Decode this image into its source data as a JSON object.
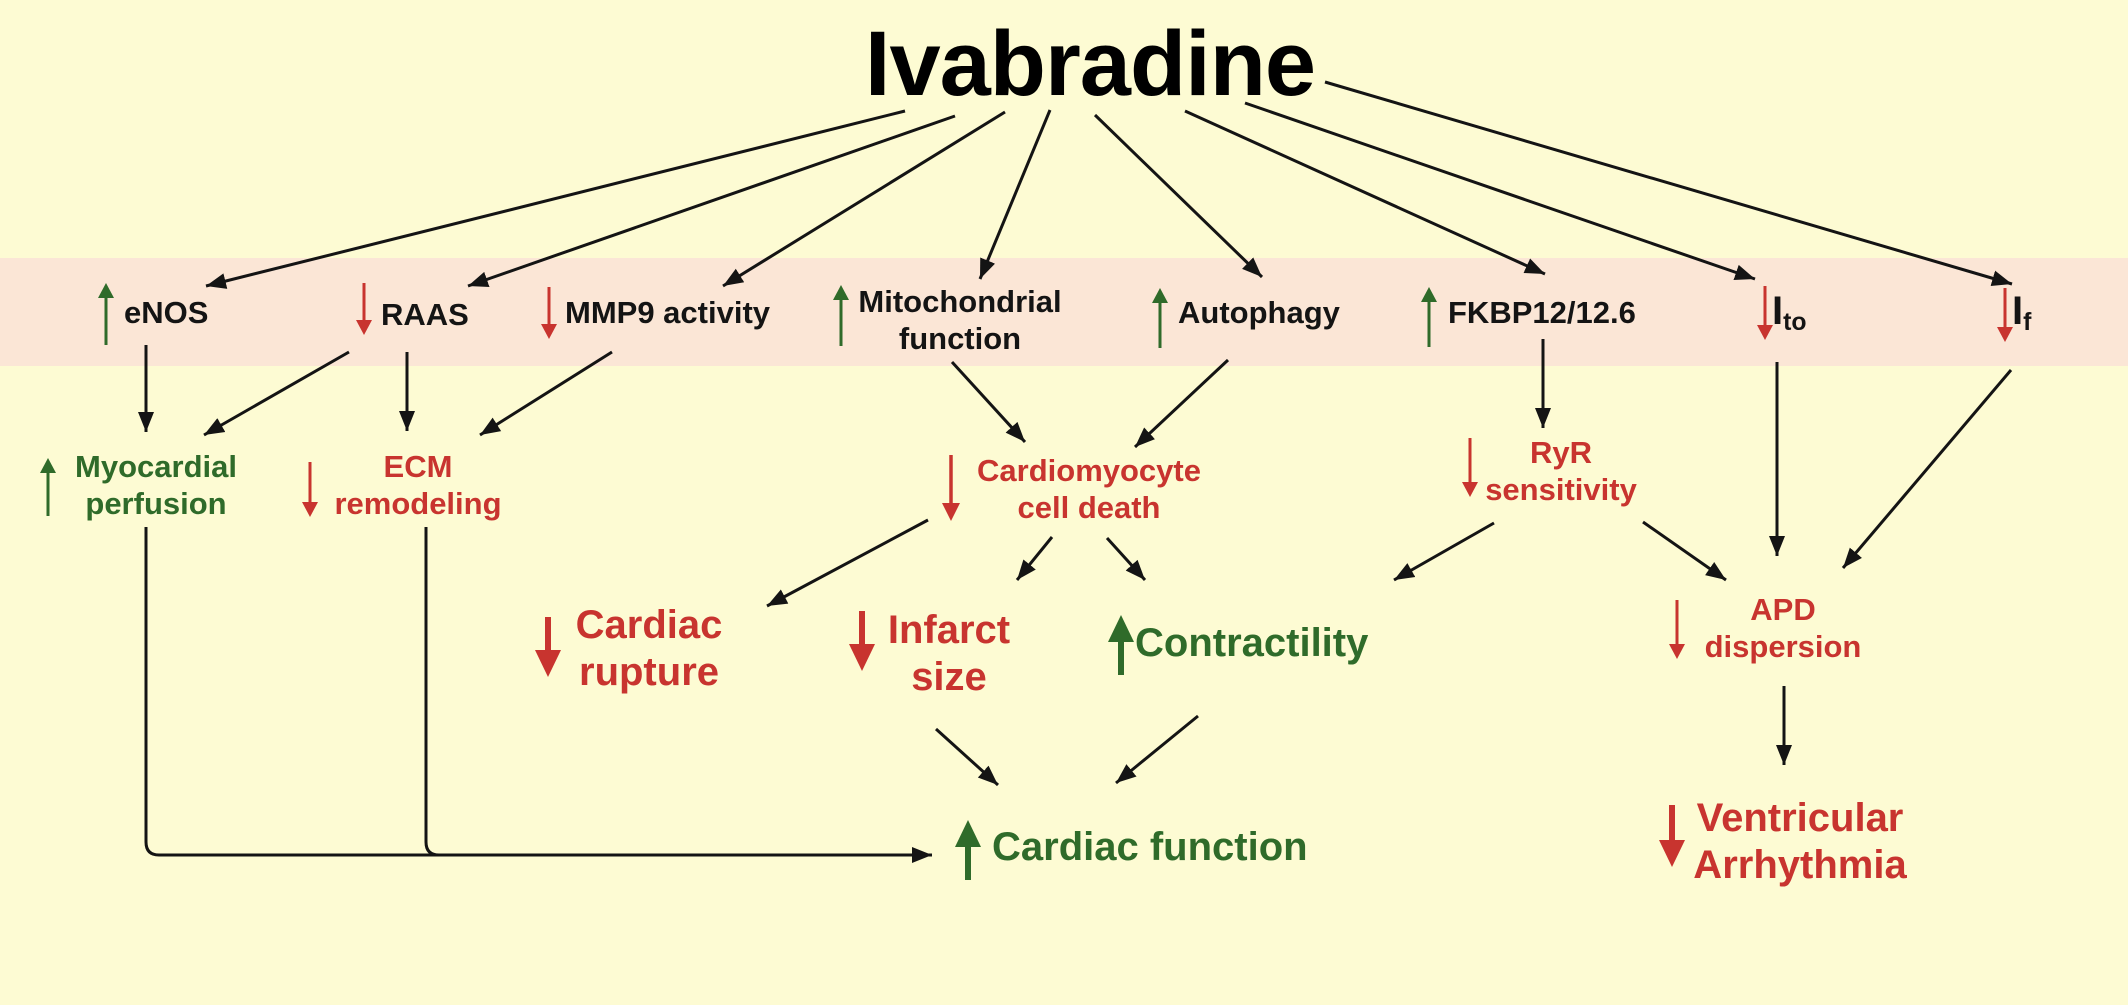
{
  "title": "Ivabradine",
  "level1": {
    "enos": "eNOS",
    "raas": "RAAS",
    "mmp9": "MMP9 activity",
    "mito_line1": "Mitochondrial",
    "mito_line2": "function",
    "autophagy": "Autophagy",
    "fkbp": "FKBP12/12.6",
    "ito_main": "I",
    "ito_sub": "to",
    "if_main": "I",
    "if_sub": "f"
  },
  "level2": {
    "perfusion_line1": "Myocardial",
    "perfusion_line2": "perfusion",
    "ecm_line1": "ECM",
    "ecm_line2": "remodeling",
    "death_line1": "Cardiomyocyte",
    "death_line2": "cell death",
    "ryr_line1": "RyR",
    "ryr_line2": "sensitivity"
  },
  "level3": {
    "rupture_line1": "Cardiac",
    "rupture_line2": "rupture",
    "infarct_line1": "Infarct",
    "infarct_line2": "size",
    "contractility": "Contractility",
    "apd_line1": "APD",
    "apd_line2": "dispersion"
  },
  "outcomes": {
    "cardiac_function": "Cardiac function",
    "arrhythmia_line1": "Ventricular",
    "arrhythmia_line2": "Arrhythmia"
  },
  "colors": {
    "increase": "#2f6b2a",
    "decrease": "#c8342f",
    "neutral": "#141414",
    "band": "#fbe6d6",
    "background": "#fdfbd3"
  }
}
